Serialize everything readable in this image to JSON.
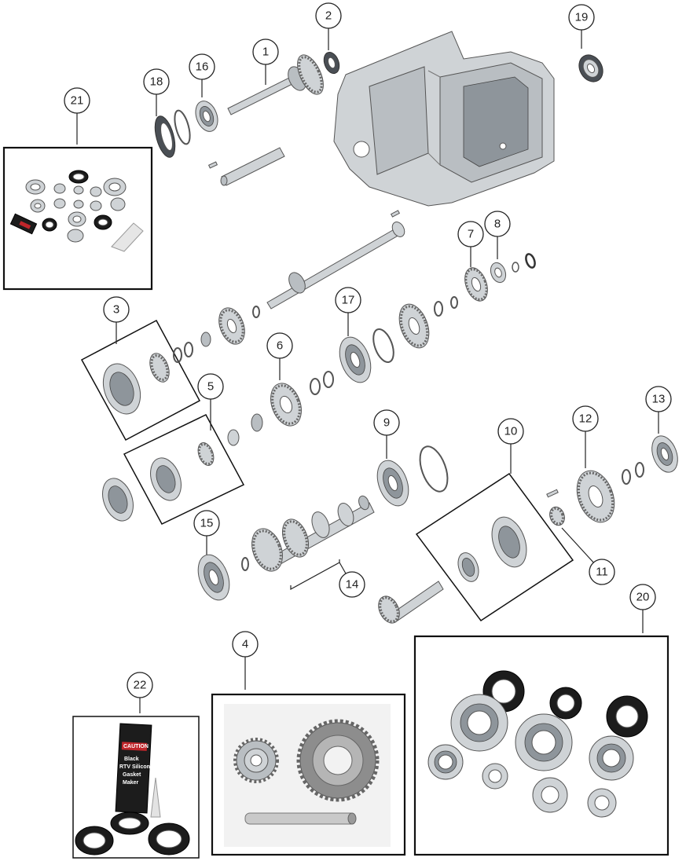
{
  "callouts": [
    {
      "id": "c1",
      "label": "1"
    },
    {
      "id": "c2",
      "label": "2"
    },
    {
      "id": "c3",
      "label": "3"
    },
    {
      "id": "c4",
      "label": "4"
    },
    {
      "id": "c5",
      "label": "5"
    },
    {
      "id": "c6",
      "label": "6"
    },
    {
      "id": "c7",
      "label": "7"
    },
    {
      "id": "c8",
      "label": "8"
    },
    {
      "id": "c9",
      "label": "9"
    },
    {
      "id": "c10",
      "label": "10"
    },
    {
      "id": "c11",
      "label": "11"
    },
    {
      "id": "c12",
      "label": "12"
    },
    {
      "id": "c13",
      "label": "13"
    },
    {
      "id": "c14",
      "label": "14"
    },
    {
      "id": "c15",
      "label": "15"
    },
    {
      "id": "c16",
      "label": "16"
    },
    {
      "id": "c17",
      "label": "17"
    },
    {
      "id": "c18",
      "label": "18"
    },
    {
      "id": "c19",
      "label": "19"
    },
    {
      "id": "c20",
      "label": "20"
    },
    {
      "id": "c21",
      "label": "21"
    },
    {
      "id": "c22",
      "label": "22"
    }
  ],
  "sealant_tube": {
    "line1": "Black",
    "line2": "RTV Silicone",
    "line3": "Gasket",
    "line4": "Maker",
    "caution": "CAUTION"
  },
  "colors": {
    "line": "#222222",
    "part_metal": "#cfd3d6",
    "part_dark": "#4a4f55",
    "seal_black": "#1c1c1c",
    "tube_red": "#c0262b"
  }
}
